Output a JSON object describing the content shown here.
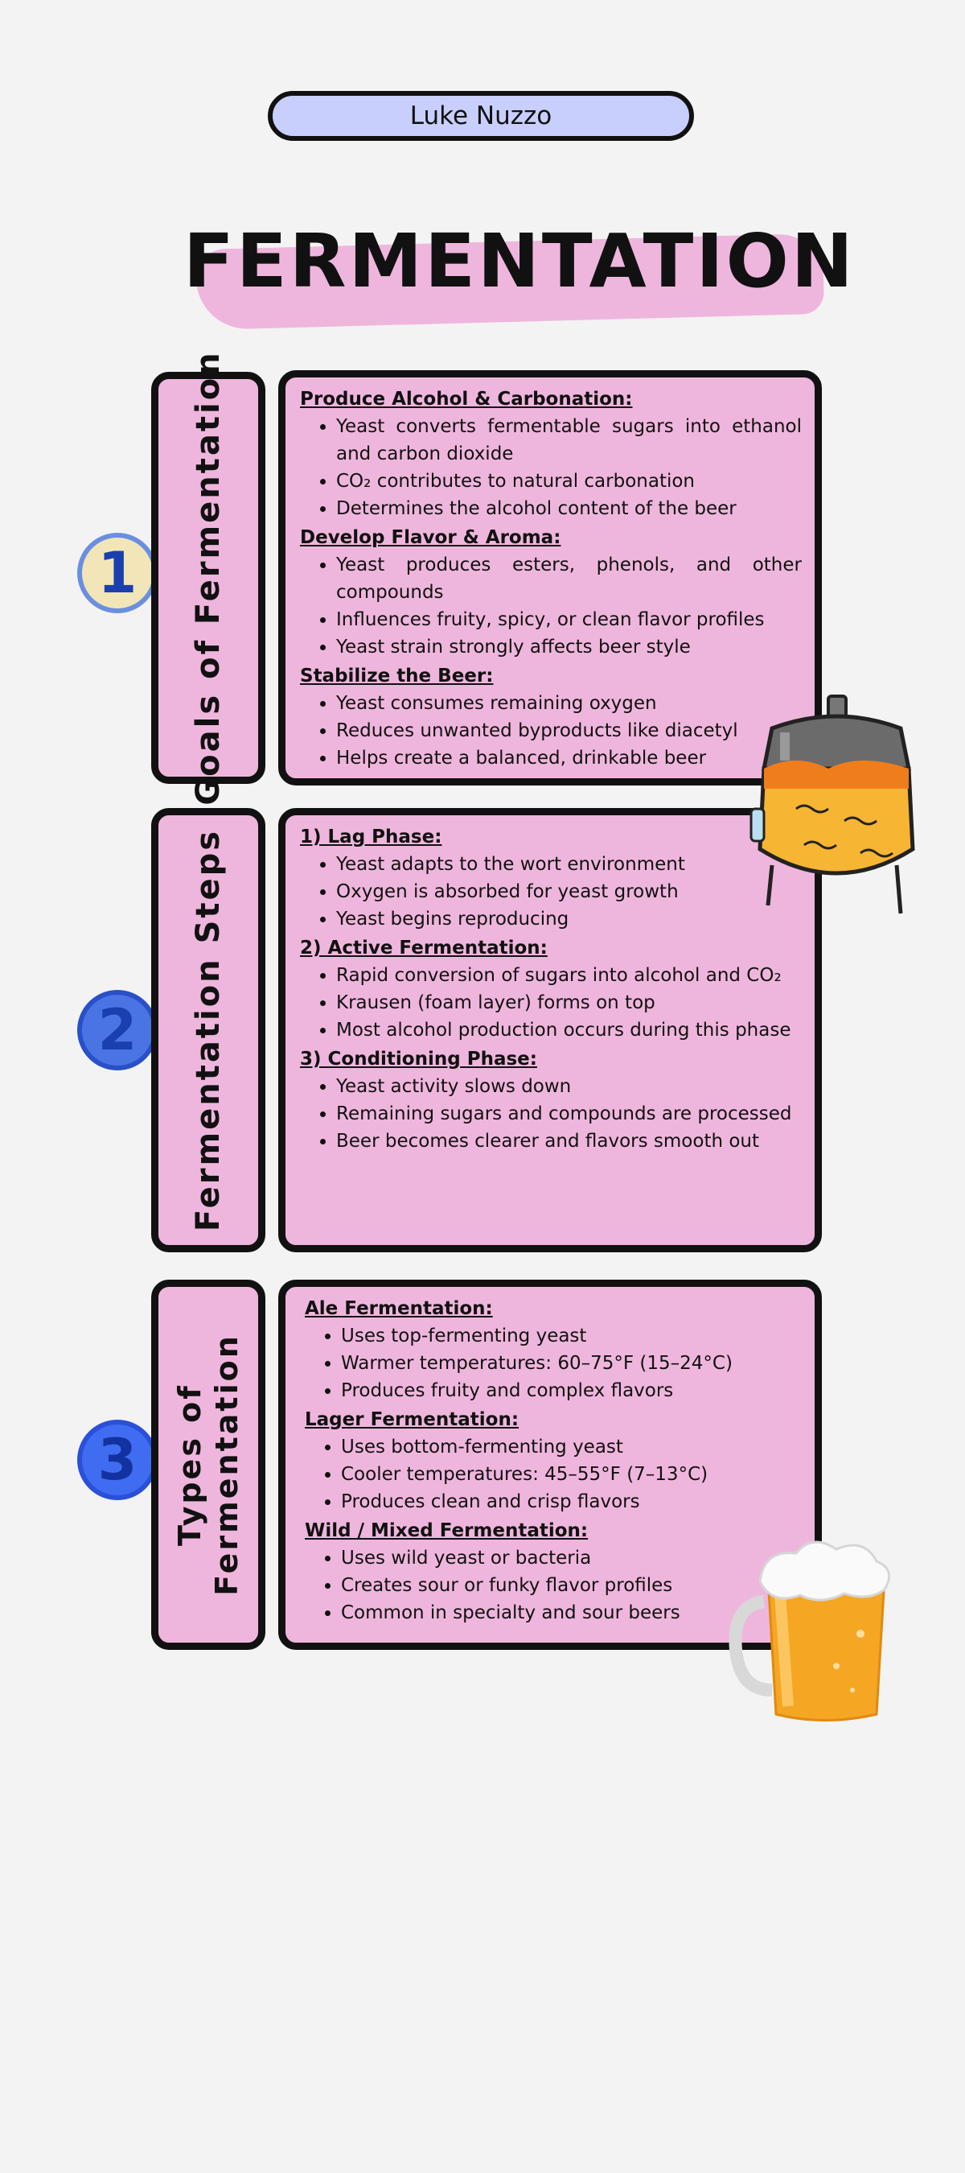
{
  "author": "Luke Nuzzo",
  "title": "FERMENTATION",
  "sections": [
    {
      "number": "1",
      "label_lines": [
        "Goals of Fermentation"
      ],
      "groups": [
        {
          "heading": "Produce Alcohol & Carbonation:",
          "items": [
            "Yeast converts fermentable sugars into ethanol and carbon dioxide",
            "CO₂ contributes to natural carbonation",
            "Determines the alcohol content of the beer"
          ]
        },
        {
          "heading": "Develop Flavor & Aroma:",
          "items": [
            "Yeast produces esters, phenols, and other compounds",
            "Influences fruity, spicy, or clean flavor profiles",
            "Yeast strain strongly affects beer style"
          ]
        },
        {
          "heading": "Stabilize the Beer:",
          "items": [
            "Yeast consumes remaining oxygen",
            "Reduces unwanted byproducts like diacetyl",
            "Helps create a balanced, drinkable beer"
          ]
        }
      ]
    },
    {
      "number": "2",
      "label_lines": [
        "Fermentation Steps"
      ],
      "groups": [
        {
          "heading": "1) Lag Phase:",
          "items": [
            "Yeast adapts to the wort environment",
            "Oxygen is absorbed for yeast growth",
            "Yeast begins reproducing"
          ]
        },
        {
          "heading": "2) Active Fermentation:",
          "items": [
            "Rapid conversion of sugars into alcohol and CO₂",
            "Krausen (foam layer) forms on top",
            "Most alcohol production occurs during this phase"
          ]
        },
        {
          "heading": "3) Conditioning Phase:",
          "items": [
            "Yeast activity slows down",
            "Remaining sugars and compounds are processed",
            "Beer becomes clearer and flavors smooth out"
          ]
        }
      ]
    },
    {
      "number": "3",
      "label_lines": [
        "Types of",
        "Fermentation"
      ],
      "groups": [
        {
          "heading": "Ale Fermentation:",
          "items": [
            "Uses top-fermenting yeast",
            "Warmer temperatures: 60–75°F (15–24°C)",
            "Produces fruity and complex flavors"
          ]
        },
        {
          "heading": "Lager Fermentation:",
          "items": [
            "Uses bottom-fermenting yeast",
            "Cooler temperatures: 45–55°F (7–13°C)",
            "Produces clean and crisp flavors"
          ]
        },
        {
          "heading": "Wild / Mixed Fermentation:",
          "items": [
            "Uses wild yeast or bacteria",
            "Creates sour or funky flavor profiles",
            "Common in specialty and sour beers"
          ]
        }
      ]
    }
  ],
  "colors": {
    "panel": "#efb6dd",
    "border": "#111111",
    "author_pill": "#c9cffd",
    "number_blue": "#4a74e4"
  },
  "icons": [
    "fermenter-tank-icon",
    "beer-mug-icon"
  ]
}
